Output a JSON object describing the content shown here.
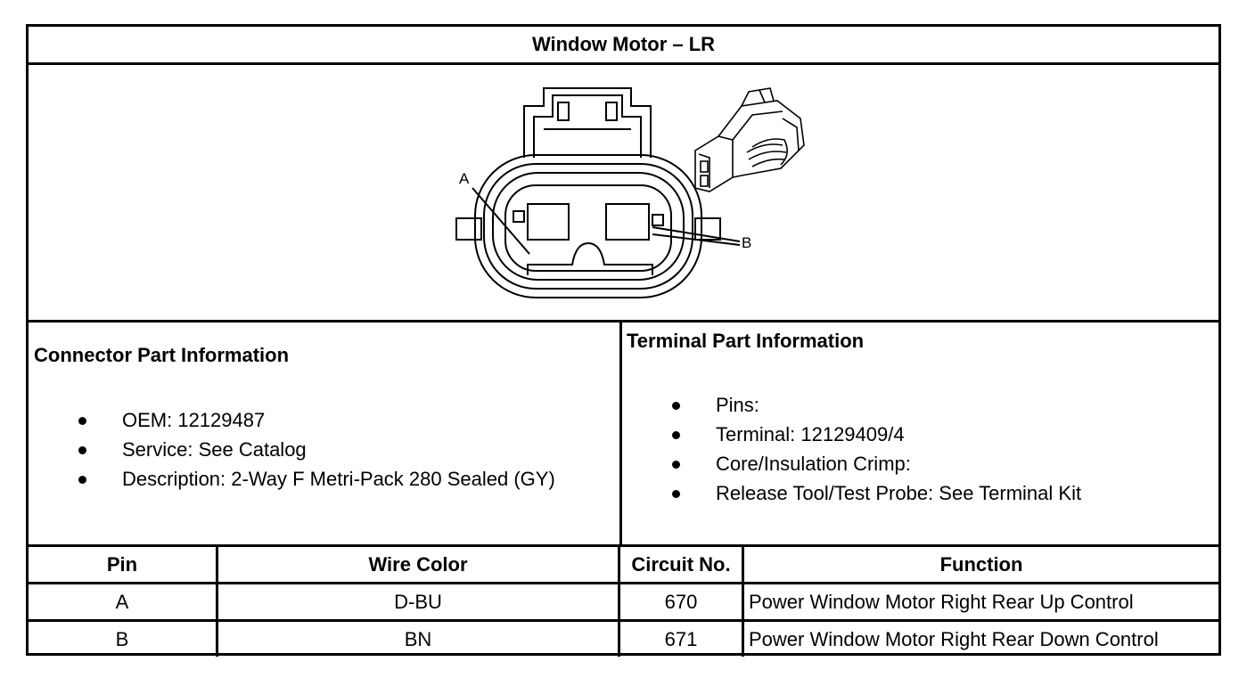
{
  "title": "Window Motor – LR",
  "diagram": {
    "label_a": "A",
    "label_b": "B"
  },
  "connector": {
    "heading": "Connector Part Information",
    "items": [
      "OEM: 12129487",
      "Service: See Catalog",
      "Description: 2-Way F Metri-Pack 280 Sealed (GY)"
    ]
  },
  "terminal": {
    "heading": "Terminal Part Information",
    "items": [
      "Pins:",
      "Terminal: 12129409/4",
      "Core/Insulation Crimp:",
      "Release Tool/Test Probe: See Terminal Kit"
    ]
  },
  "table": {
    "headers": [
      "Pin",
      "Wire Color",
      "Circuit No.",
      "Function"
    ],
    "rows": [
      [
        "A",
        "D-BU",
        "670",
        "Power Window Motor Right Rear Up Control"
      ],
      [
        "B",
        "BN",
        "671",
        "Power Window Motor Right Rear Down Control"
      ]
    ]
  }
}
